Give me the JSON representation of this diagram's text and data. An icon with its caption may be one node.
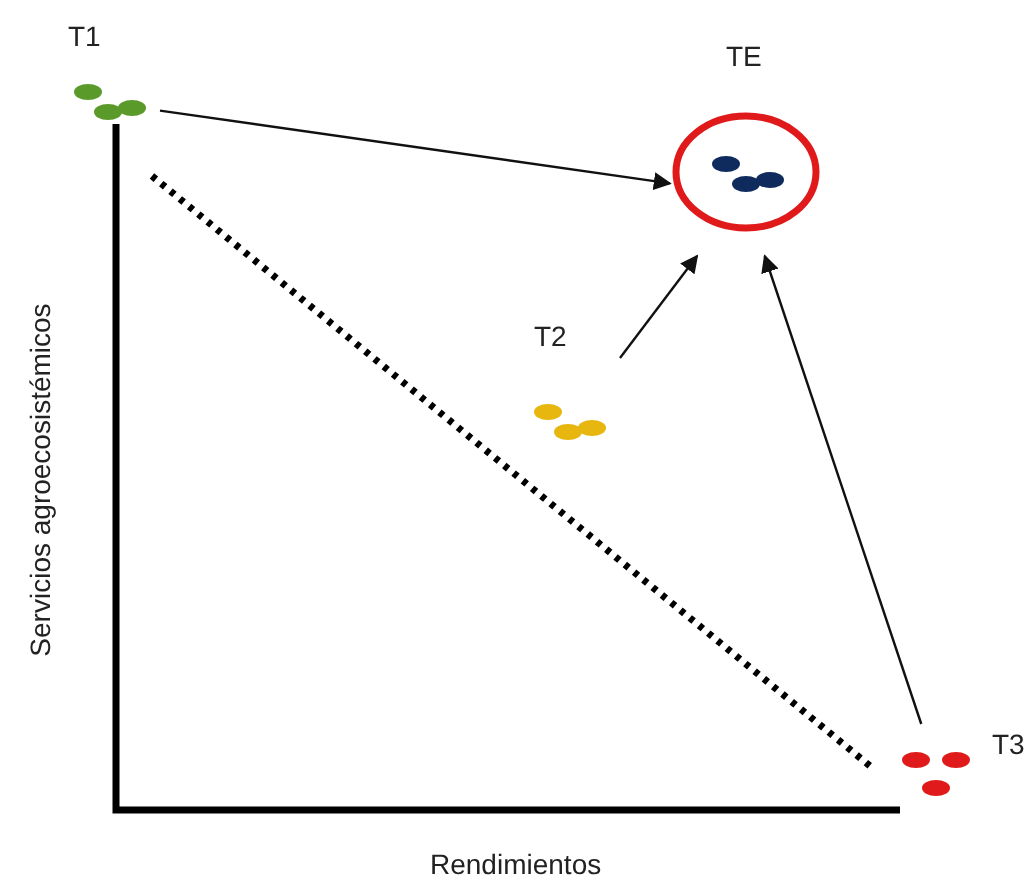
{
  "diagram": {
    "nodes": [
      {
        "text": [
          "T1"
        ]
      },
      {
        "text": [
          "TE"
        ]
      },
      {
        "text": [
          "T2"
        ]
      },
      {
        "text": [
          "T3"
        ]
      }
    ],
    "edges": [
      {
        "from": 0,
        "to": 1,
        "arrow": "to"
      },
      {
        "from": 2,
        "to": 1,
        "arrow": "to"
      },
      {
        "from": 3,
        "to": 1,
        "arrow": "to"
      }
    ],
    "labels": [
      "Servicios agroecosistémicos",
      "Rendimientos"
    ]
  }
}
